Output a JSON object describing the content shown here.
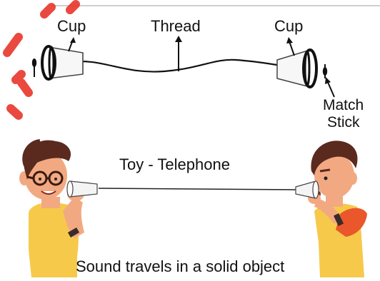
{
  "labels": {
    "cup_left": "Cup",
    "thread": "Thread",
    "cup_right": "Cup",
    "match_stick_line1": "Match",
    "match_stick_line2": "Stick",
    "toy_telephone": "Toy - Telephone",
    "caption": "Sound travels in a solid object"
  },
  "colors": {
    "watermark": "#e8362b",
    "skin": "#f2a982",
    "hair": "#5a2a1e",
    "shirt_yellow": "#f7c94b",
    "jacket_orange": "#e9572b",
    "glasses": "#3a1a12",
    "cup_band": "#111111",
    "cup_body": "#f7f7f7",
    "divider": "#bfbfbf"
  }
}
